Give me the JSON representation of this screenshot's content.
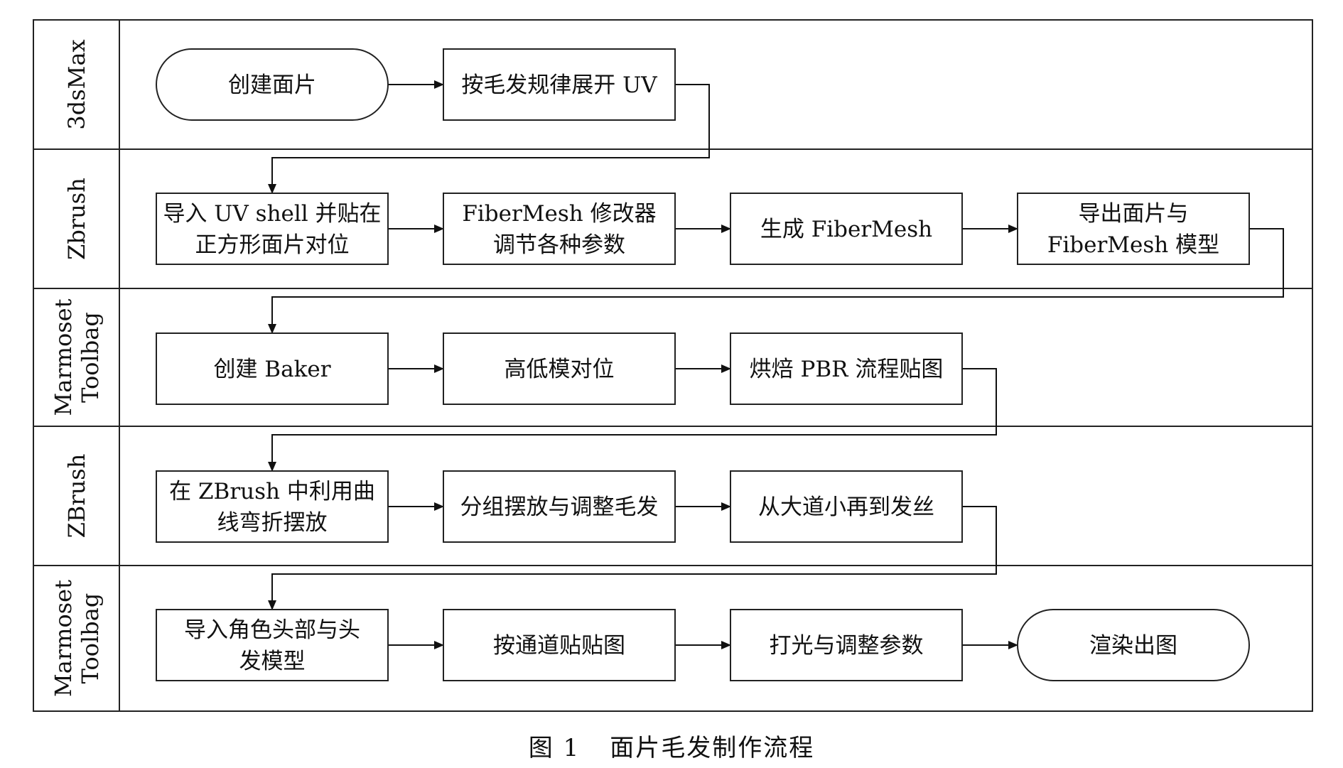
{
  "lanes": [
    {
      "label": [
        "3dsMax"
      ]
    },
    {
      "label": [
        "Zbrush"
      ]
    },
    {
      "label": [
        "Marmoset",
        "Toolbag"
      ]
    },
    {
      "label": [
        "ZBrush"
      ]
    },
    {
      "label": [
        "Marmoset",
        "Toolbag"
      ]
    }
  ],
  "nodes": [
    {
      "id": "n1",
      "lines": [
        "创建面片"
      ],
      "shape": "terminal"
    },
    {
      "id": "n2",
      "lines": [
        "按毛发规律展开 UV"
      ],
      "shape": "process"
    },
    {
      "id": "n3",
      "lines": [
        "导入 UV shell 并贴在",
        "正方形面片对位"
      ],
      "shape": "process"
    },
    {
      "id": "n4",
      "lines": [
        "FiberMesh 修改器",
        "调节各种参数"
      ],
      "shape": "process"
    },
    {
      "id": "n5",
      "lines": [
        "生成 FiberMesh"
      ],
      "shape": "process"
    },
    {
      "id": "n6",
      "lines": [
        "导出面片与",
        "FiberMesh 模型"
      ],
      "shape": "process"
    },
    {
      "id": "n7",
      "lines": [
        "创建 Baker"
      ],
      "shape": "process"
    },
    {
      "id": "n8",
      "lines": [
        "高低模对位"
      ],
      "shape": "process"
    },
    {
      "id": "n9",
      "lines": [
        "烘焙 PBR 流程贴图"
      ],
      "shape": "process"
    },
    {
      "id": "n10",
      "lines": [
        "在 ZBrush 中利用曲",
        "线弯折摆放"
      ],
      "shape": "process"
    },
    {
      "id": "n11",
      "lines": [
        "分组摆放与调整毛发"
      ],
      "shape": "process"
    },
    {
      "id": "n12",
      "lines": [
        "从大道小再到发丝"
      ],
      "shape": "process"
    },
    {
      "id": "n13",
      "lines": [
        "导入角色头部与头",
        "发模型"
      ],
      "shape": "process"
    },
    {
      "id": "n14",
      "lines": [
        "按通道贴贴图"
      ],
      "shape": "process"
    },
    {
      "id": "n15",
      "lines": [
        "打光与调整参数"
      ],
      "shape": "process"
    },
    {
      "id": "n16",
      "lines": [
        "渲染出图"
      ],
      "shape": "terminal"
    }
  ],
  "edges": [
    [
      "n1",
      "n2"
    ],
    [
      "n2",
      "n3"
    ],
    [
      "n3",
      "n4"
    ],
    [
      "n4",
      "n5"
    ],
    [
      "n5",
      "n6"
    ],
    [
      "n6",
      "n7"
    ],
    [
      "n7",
      "n8"
    ],
    [
      "n8",
      "n9"
    ],
    [
      "n9",
      "n10"
    ],
    [
      "n10",
      "n11"
    ],
    [
      "n11",
      "n12"
    ],
    [
      "n12",
      "n13"
    ],
    [
      "n13",
      "n14"
    ],
    [
      "n14",
      "n15"
    ],
    [
      "n15",
      "n16"
    ]
  ],
  "caption": {
    "number": "图 1",
    "title": "面片毛发制作流程"
  }
}
